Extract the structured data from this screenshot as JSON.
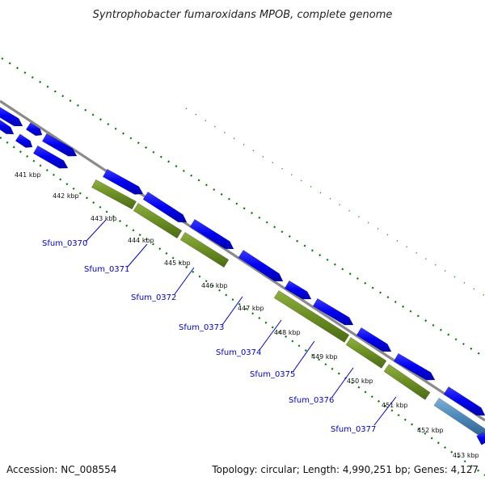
{
  "title": "Syntrophobacter fumaroxidans MPOB, complete genome",
  "footer": {
    "accession": "Accession: NC_008554",
    "summary": "Topology: circular; Length: 4,990,251 bp; Genes: 4,127"
  },
  "kbp_labels": [
    "441 kbp",
    "442 kbp",
    "443 kbp",
    "444 kbp",
    "445 kbp",
    "446 kbp",
    "447 kbp",
    "448 kbp",
    "449 kbp",
    "450 kbp",
    "451 kbp",
    "452 kbp",
    "453 kbp"
  ],
  "genes": [
    {
      "name": "Sfum_0370"
    },
    {
      "name": "Sfum_0371"
    },
    {
      "name": "Sfum_0372"
    },
    {
      "name": "Sfum_0373"
    },
    {
      "name": "Sfum_0374"
    },
    {
      "name": "Sfum_0375"
    },
    {
      "name": "Sfum_0376"
    },
    {
      "name": "Sfum_0377"
    }
  ],
  "colors": {
    "cds": "#0000ff",
    "rna_green": "#6b8e23",
    "other_gene": "#4a86b8",
    "backbone": "#888888",
    "ticks": "#007700",
    "label_blue": "#0000cc"
  }
}
